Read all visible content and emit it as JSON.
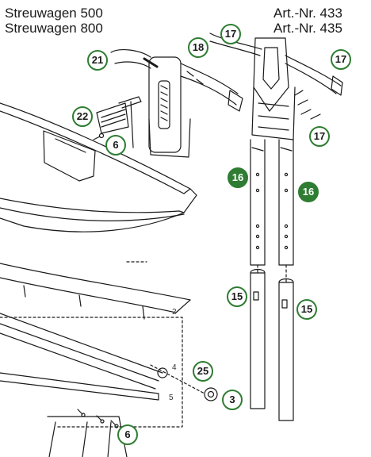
{
  "header": {
    "models": [
      "Streuwagen 500",
      "Streuwagen 800"
    ],
    "article_numbers": [
      "Art.-Nr. 433",
      "Art.-Nr. 435"
    ]
  },
  "callouts": {
    "c21": "21",
    "c18": "18",
    "c17_top": "17",
    "c17_right": "17",
    "c17_lower": "17",
    "c22": "22",
    "c6_top": "6",
    "c16_left": "16",
    "c16_right": "16",
    "c15_left": "15",
    "c15_right": "15",
    "c25": "25",
    "c3": "3",
    "c6_bottom": "6"
  },
  "small_labels": {
    "l2": "2",
    "l4": "4",
    "l5": "5"
  },
  "colors": {
    "accent_green": "#2e7d32",
    "line": "#1a1a1a"
  }
}
